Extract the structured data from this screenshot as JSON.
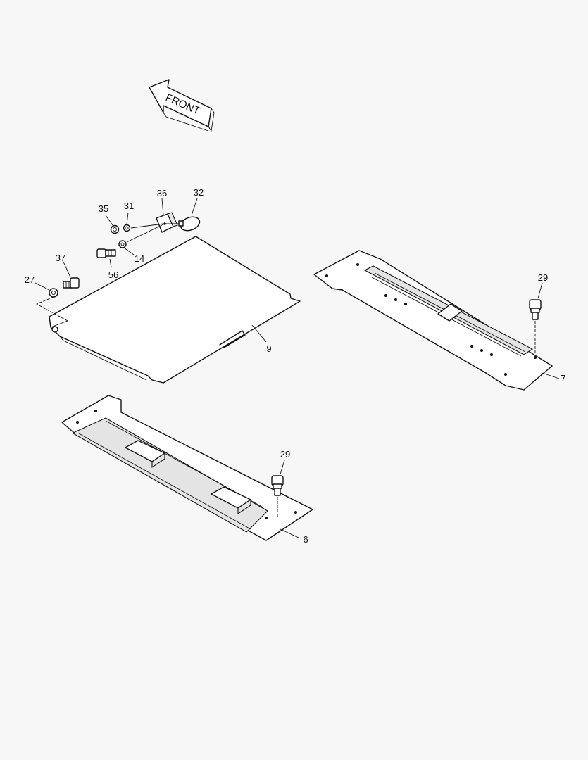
{
  "direction_arrow": {
    "text": "FRONT"
  },
  "callouts": {
    "c36": "36",
    "c32": "32",
    "c35": "35",
    "c31": "31",
    "c14": "14",
    "c56": "56",
    "c37": "37",
    "c27": "27",
    "c9": "9",
    "c29a": "29",
    "c7": "7",
    "c29b": "29",
    "c6": "6"
  }
}
